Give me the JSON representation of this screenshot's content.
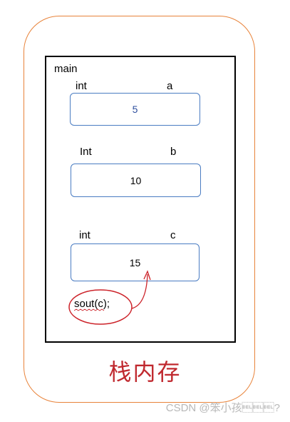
{
  "frame_label": "main",
  "variables": [
    {
      "type": "int",
      "name": "a",
      "value": "5",
      "value_color": "#2e4f9e"
    },
    {
      "type": "Int",
      "name": "b",
      "value": "10",
      "value_color": "#000000"
    },
    {
      "type": "int",
      "name": "c",
      "value": "15",
      "value_color": "#000000"
    }
  ],
  "statement": "sout(c);",
  "caption": "栈内存",
  "watermark": "CSDN @笨小孩\u0007\u0007\u0007?",
  "colors": {
    "outer_border": "#e8833a",
    "box_border": "#4a7cc2",
    "ellipse": "#cc2229",
    "caption": "#c0292f"
  }
}
